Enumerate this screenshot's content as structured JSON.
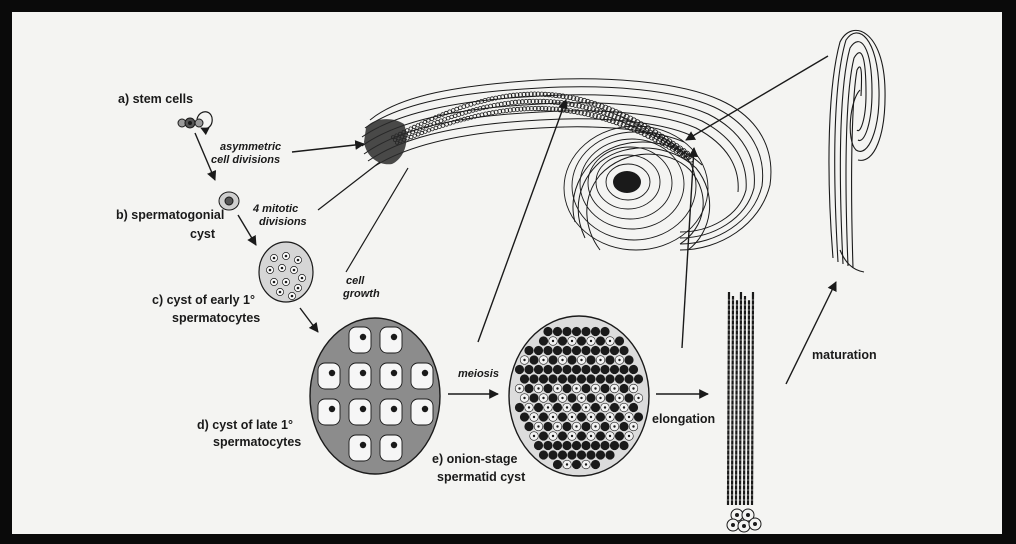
{
  "labels": {
    "a": "a) stem cells",
    "b1": "b) spermatogonial",
    "b2": "cyst",
    "c1": "c) cyst of early 1°",
    "c2": "spermatocytes",
    "d1": "d) cyst of late 1°",
    "d2": "spermatocytes",
    "e1": "e) onion-stage",
    "e2": "spermatid cyst"
  },
  "processes": {
    "asym1": "asymmetric",
    "asym2": "cell divisions",
    "mitotic1": "4 mitotic",
    "mitotic2": "divisions",
    "growth1": "cell",
    "growth2": "growth",
    "meiosis": "meiosis",
    "elongation": "elongation",
    "maturation": "maturation"
  },
  "colors": {
    "paper": "#f4f4f2",
    "ink": "#1a1a1a",
    "frame": "#0a0a0a"
  }
}
